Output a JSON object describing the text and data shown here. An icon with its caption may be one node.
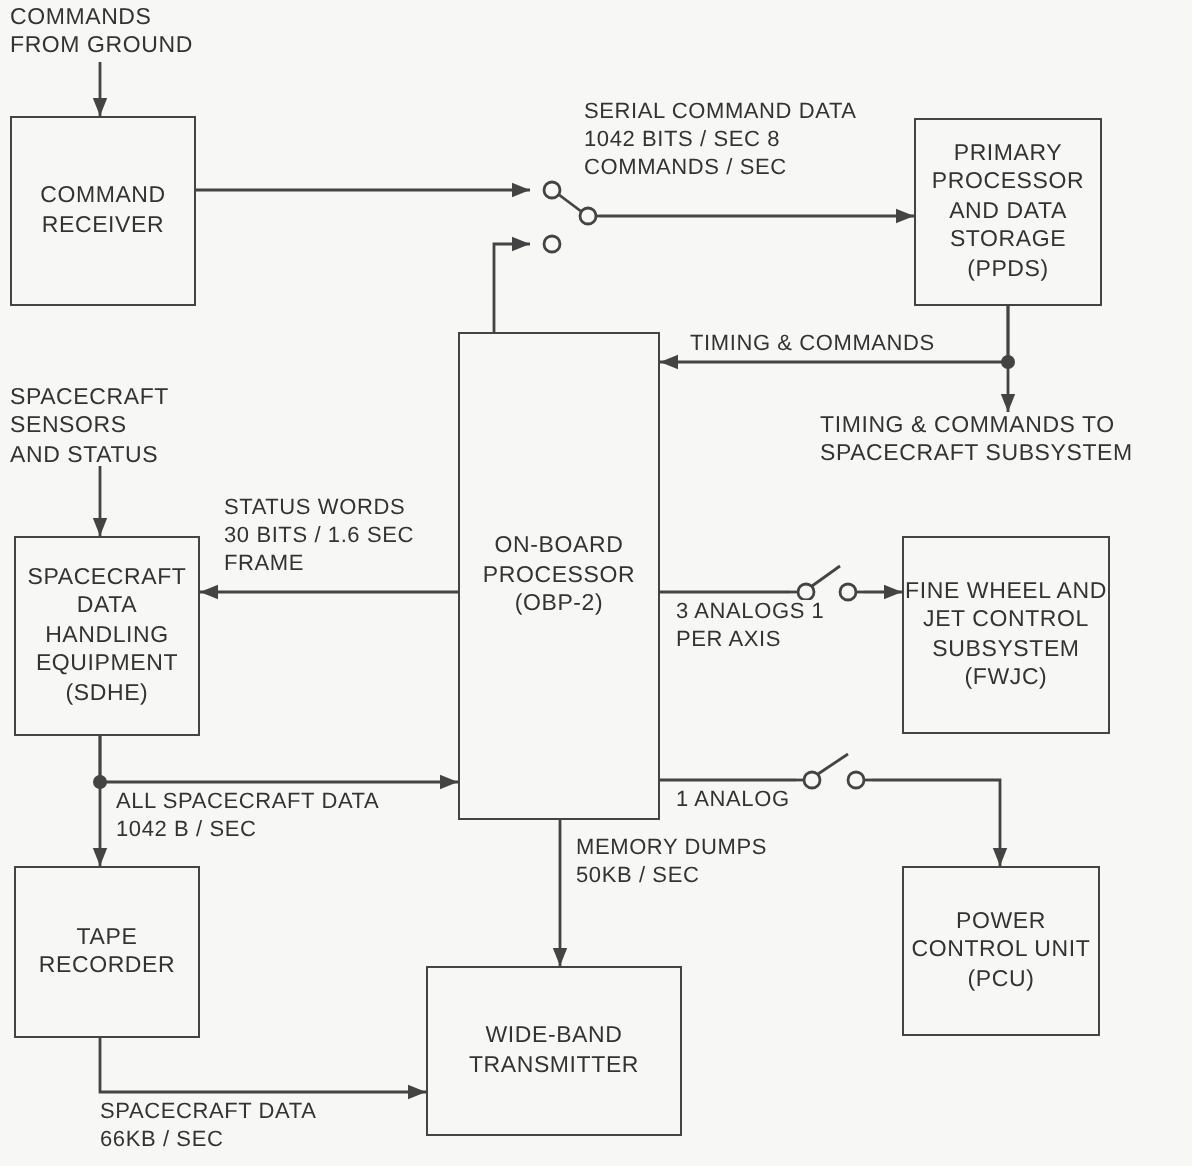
{
  "diagram": {
    "nodes": [
      {
        "text": [
          "COMMANDS FROM GROUND"
        ]
      },
      {
        "text": [
          "COMMAND RECEIVER"
        ]
      },
      {
        "text": [],
        "shape": "switch"
      },
      {
        "text": [
          "PRIMARY PROCESSOR AND DATA STORAGE (PPDS)"
        ]
      },
      {
        "text": [
          "SPACECRAFT SENSORS AND STATUS"
        ]
      },
      {
        "text": [
          "ON-BOARD PROCESSOR (OBP-2)"
        ]
      },
      {
        "text": [
          "TIMING & COMMANDS TO SPACECRAFT SUBSYSTEM"
        ]
      },
      {
        "text": [
          "SPACECRAFT DATA HANDLING EQUIPMENT (SDHE)"
        ]
      },
      {
        "text": [],
        "shape": "switch"
      },
      {
        "text": [
          "FINE WHEEL AND JET CONTROL SUBSYSTEM (FWJC)"
        ]
      },
      {
        "text": [],
        "shape": "switch"
      },
      {
        "text": [
          "TAPE RECORDER"
        ]
      },
      {
        "text": [
          "POWER CONTROL UNIT (PCU)"
        ]
      },
      {
        "text": [
          "WIDE-BAND TRANSMITTER"
        ]
      }
    ],
    "edges": [
      {
        "from": 0,
        "to": 1,
        "arrow": "to"
      },
      {
        "from": 1,
        "to": 2,
        "arrow": "to"
      },
      {
        "from": 5,
        "to": 2,
        "arrow": "to"
      },
      {
        "from": 2,
        "to": 3,
        "arrow": "to",
        "label": "SERIAL COMMAND DATA 1042 BITS / SEC 8 COMMANDS / SEC"
      },
      {
        "from": 3,
        "to": 5,
        "arrow": "to",
        "label": "TIMING & COMMANDS"
      },
      {
        "from": 3,
        "to": 6,
        "arrow": "to"
      },
      {
        "from": 4,
        "to": 7,
        "arrow": "to"
      },
      {
        "from": 5,
        "to": 7,
        "arrow": "to",
        "label": "STATUS WORDS 30 BITS / 1.6 SEC FRAME"
      },
      {
        "from": 7,
        "to": 5,
        "arrow": "to",
        "label": "ALL SPACECRAFT DATA 1042 B / SEC"
      },
      {
        "from": 7,
        "to": 11,
        "arrow": "to"
      },
      {
        "from": 5,
        "to": 8,
        "arrow": "none",
        "label": "3 ANALOGS 1 PER AXIS"
      },
      {
        "from": 8,
        "to": 9,
        "arrow": "to"
      },
      {
        "from": 5,
        "to": 10,
        "arrow": "none",
        "label": "1 ANALOG"
      },
      {
        "from": 10,
        "to": 12,
        "arrow": "to"
      },
      {
        "from": 5,
        "to": 13,
        "arrow": "to",
        "label": "MEMORY DUMPS 50KB / SEC"
      },
      {
        "from": 11,
        "to": 13,
        "arrow": "to",
        "label": "SPACECRAFT DATA 66KB / SEC"
      }
    ]
  }
}
